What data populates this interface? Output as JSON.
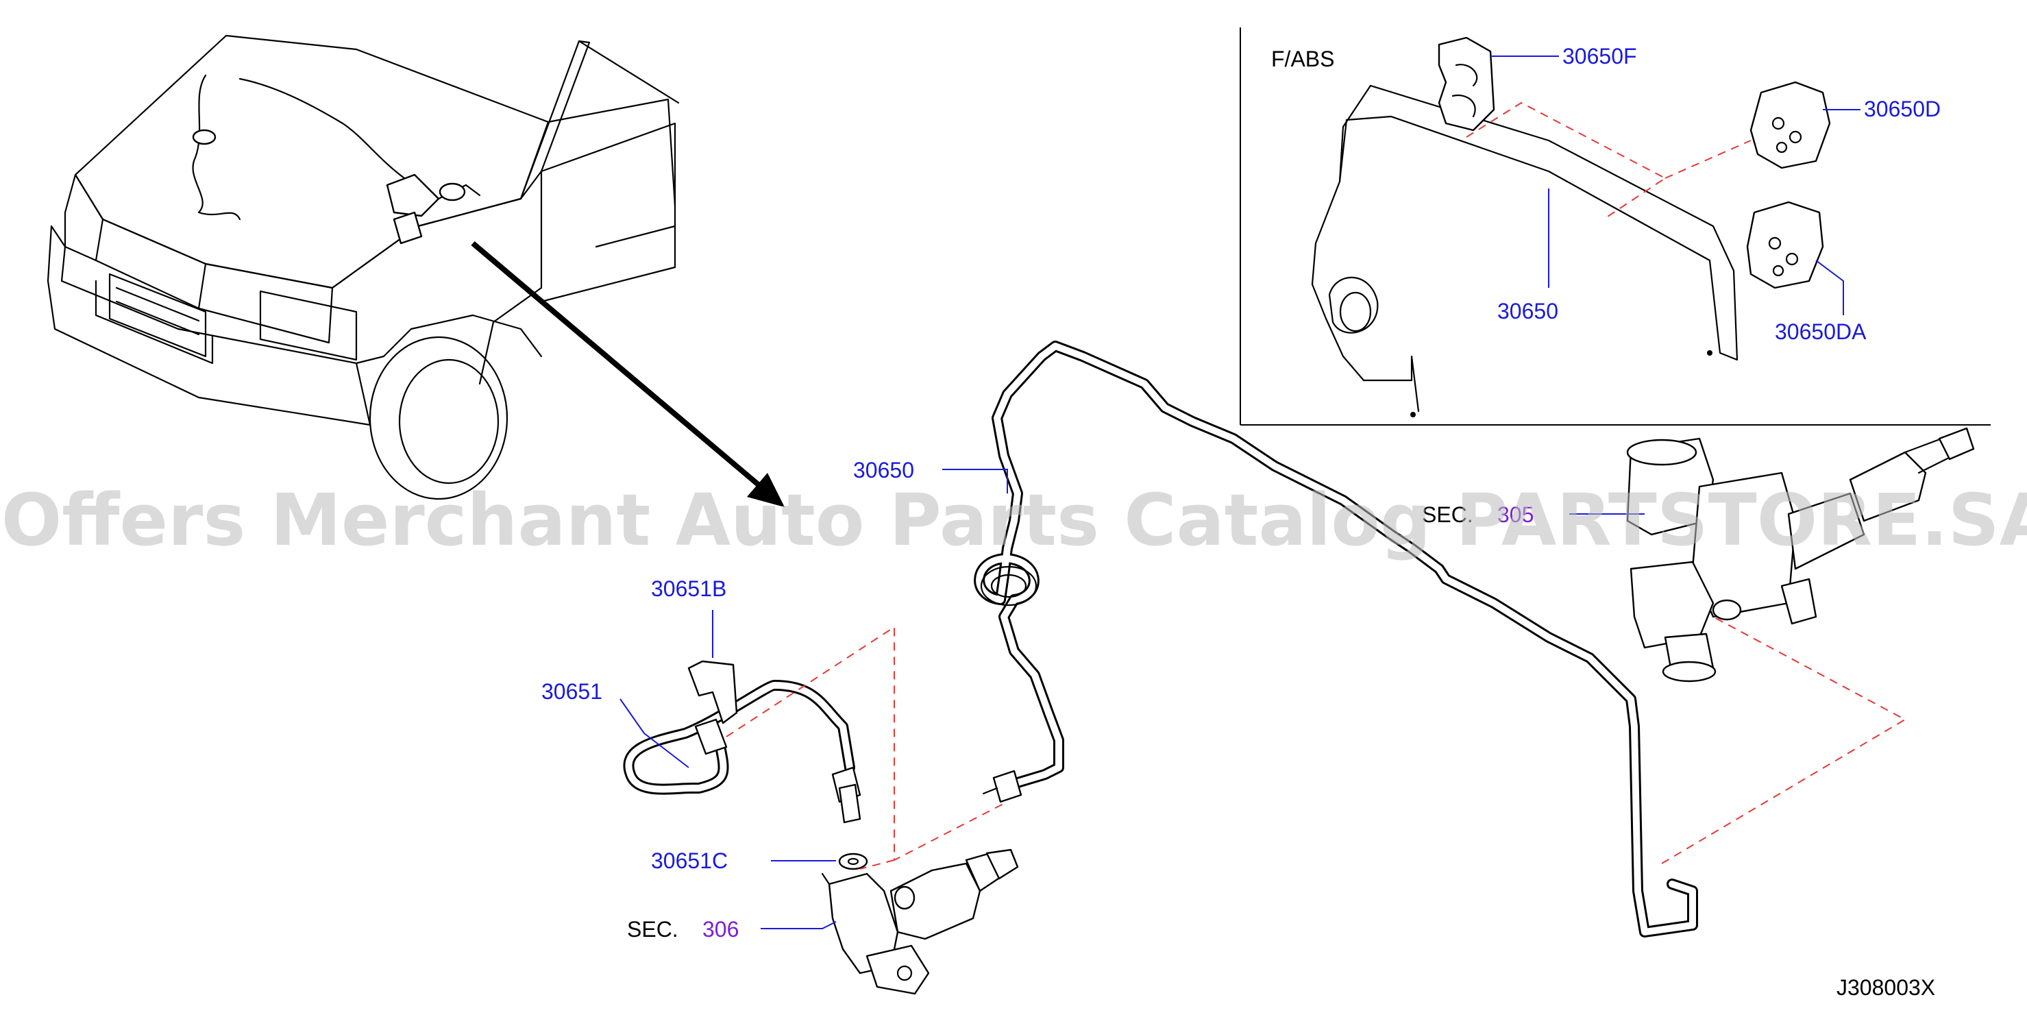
{
  "watermark": "Offers Merchant Auto Parts Catalog PARTSTORE.SA",
  "diagram_code": "J308003X",
  "inset": {
    "title": "F/ABS",
    "labels": {
      "p30650F": "30650F",
      "p30650D": "30650D",
      "p30650": "30650",
      "p30650DA": "30650DA"
    }
  },
  "labels": {
    "p30650": "30650",
    "p30651B": "30651B",
    "p30651": "30651",
    "p30651C": "30651C",
    "sec_prefix": "SEC.",
    "sec_306": "306",
    "sec_305": "305"
  },
  "colors": {
    "part_number": "#1a1adb",
    "section_ref": "#7a1fd6",
    "phantom_line": "#e53935"
  }
}
